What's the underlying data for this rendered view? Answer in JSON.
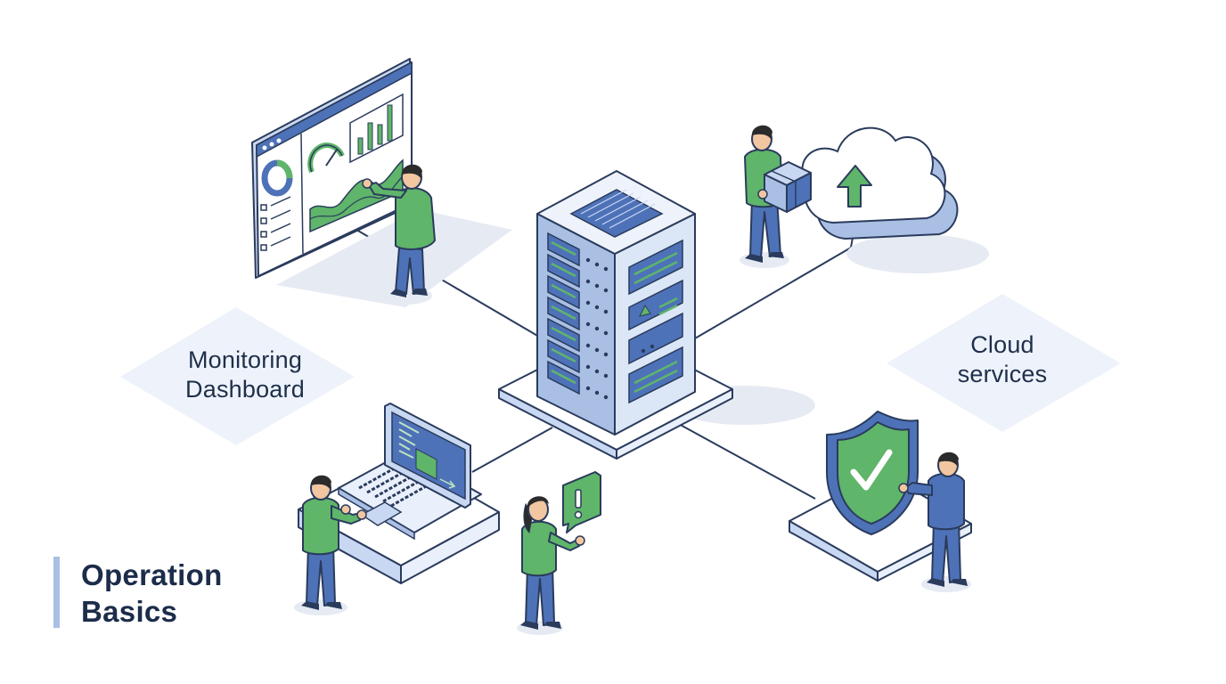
{
  "labels": {
    "monitoring": [
      "Monitoring",
      "Dashboard"
    ],
    "cloud": [
      "Cloud",
      "services"
    ]
  },
  "title": {
    "line1": "Operation",
    "line2": "Basics"
  },
  "icons": {
    "server": "server-rack-icon",
    "dashboard": "monitoring-dashboard-icon",
    "cloud": "cloud-upload-icon",
    "laptop": "laptop-icon",
    "alert": "alert-bubble-icon",
    "shield": "security-shield-icon"
  },
  "colors": {
    "outline": "#2a3b5c",
    "blue": "#4e72b8",
    "light_blue": "#c9d8f2",
    "pale_blue": "#e9f0fb",
    "green": "#5fb56a",
    "light_green": "#bfe3c0",
    "shadow": "#e3e8f1",
    "skin": "#f2c6a0",
    "hair": "#2b2b2b"
  }
}
